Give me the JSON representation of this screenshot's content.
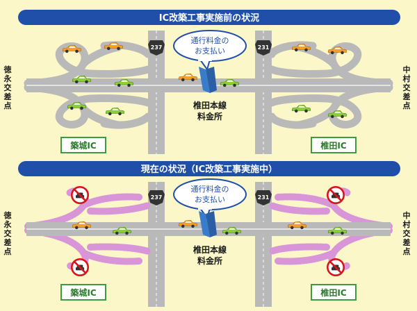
{
  "palette": {
    "background": "#fbf7c9",
    "banner": "#1f4fa8",
    "banner_text": "#ffffff",
    "road": "#b9b9b9",
    "road_edge": "#ffffff",
    "closed_ramp": "#d896d8",
    "ic_border": "#3f9a3f",
    "ic_text": "#2b7a2b",
    "bubble_border": "#1f4fa8",
    "toll_booth": "#3a7ccc",
    "no_entry_red": "#d9141a"
  },
  "icons": {
    "car_orange": "car-icon",
    "car_green": "car-icon",
    "toll_gate": "toll-gate-icon",
    "no_entry": "no-vehicle-entry-sign-icon",
    "route_shield": "route-shield-icon"
  },
  "panels": [
    {
      "title": "IC改築工事実施前の状況",
      "bubble_line1": "通行料金の",
      "bubble_line2": "お支払い",
      "tollgate_line1": "椎田本線",
      "tollgate_line2": "料金所",
      "route_left": "237",
      "route_right": "231",
      "left_side_label": "徳永交差点",
      "right_side_label": "中村交差点",
      "ic_left": "築城IC",
      "ic_right": "椎田IC",
      "ramps_closed": false
    },
    {
      "title": "現在の状況（IC改築工事実施中）",
      "bubble_line1": "通行料金の",
      "bubble_line2": "お支払い",
      "tollgate_line1": "椎田本線",
      "tollgate_line2": "料金所",
      "route_left": "237",
      "route_right": "231",
      "left_side_label": "徳永交差点",
      "right_side_label": "中村交差点",
      "ic_left": "築城IC",
      "ic_right": "椎田IC",
      "ramps_closed": true
    }
  ]
}
